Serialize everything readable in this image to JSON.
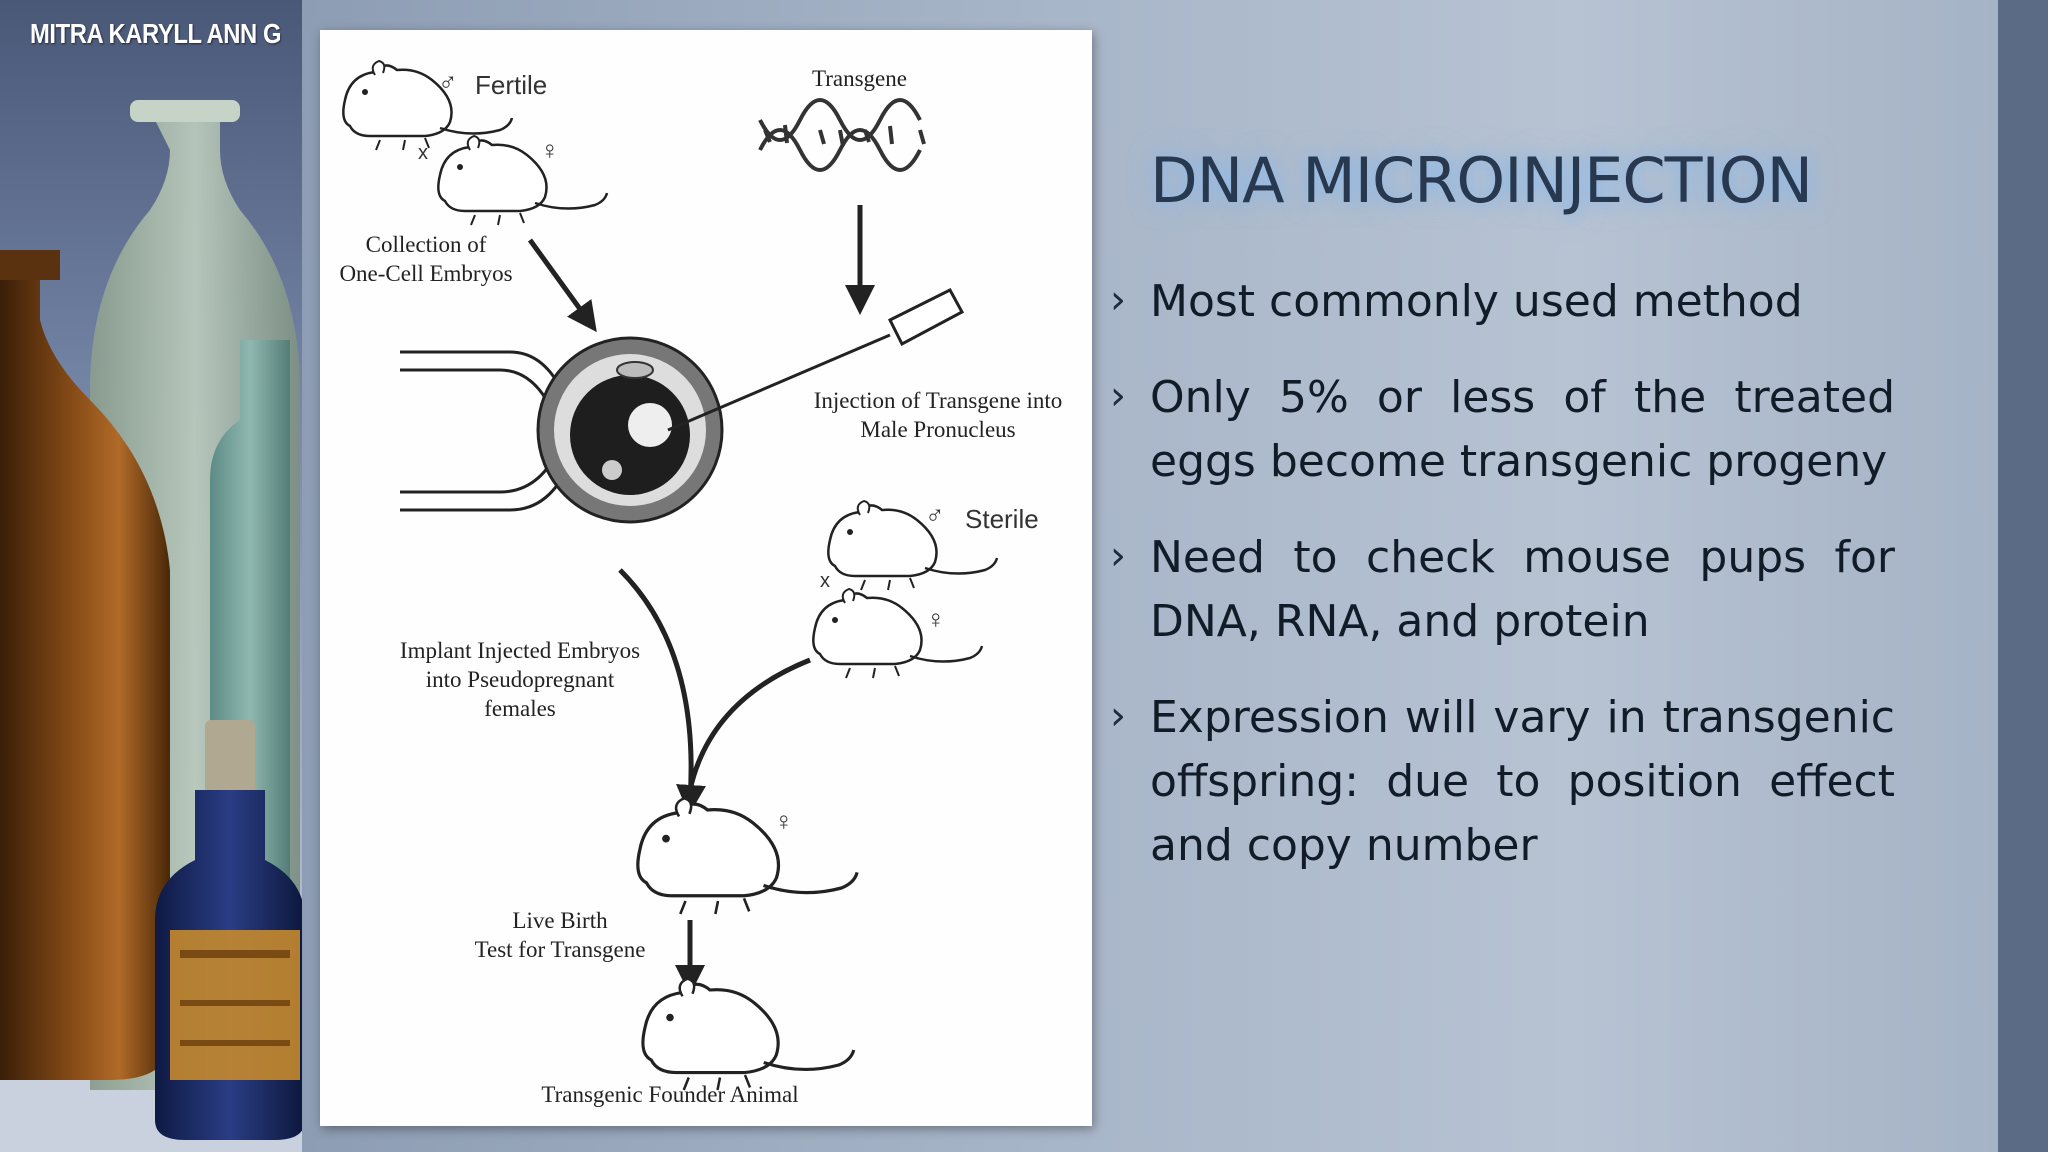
{
  "author": "MITRA KARYLL ANN G",
  "slide": {
    "title": "DNA MICROINJECTION",
    "bullet_marker": "›",
    "bullets": [
      "Most commonly used method",
      "Only 5% or less of the treated eggs become transgenic progeny",
      "Need to check mouse pups for DNA, RNA, and protein",
      "Expression will vary in transgenic offspring: due to position effect and copy number"
    ]
  },
  "diagram": {
    "fertile": "Fertile",
    "transgene": "Transgene",
    "collection_line1": "Collection of",
    "collection_line2": "One-Cell Embryos",
    "injection_line1": "Injection of Transgene into",
    "injection_line2": "Male Pronucleus",
    "sterile": "Sterile",
    "implant_line1": "Implant Injected Embryos",
    "implant_line2": "into Pseudopregnant",
    "implant_line3": "females",
    "live_birth_line1": "Live Birth",
    "live_birth_line2": "Test for Transgene",
    "founder": "Transgenic Founder Animal",
    "cross_symbol": "x",
    "male_symbol": "♂",
    "female_symbol": "♀"
  },
  "colors": {
    "title_text": "#27384f",
    "title_glow": "#8cb9eb",
    "bullet_text": "#121c28",
    "background": "#a8b6c9"
  }
}
